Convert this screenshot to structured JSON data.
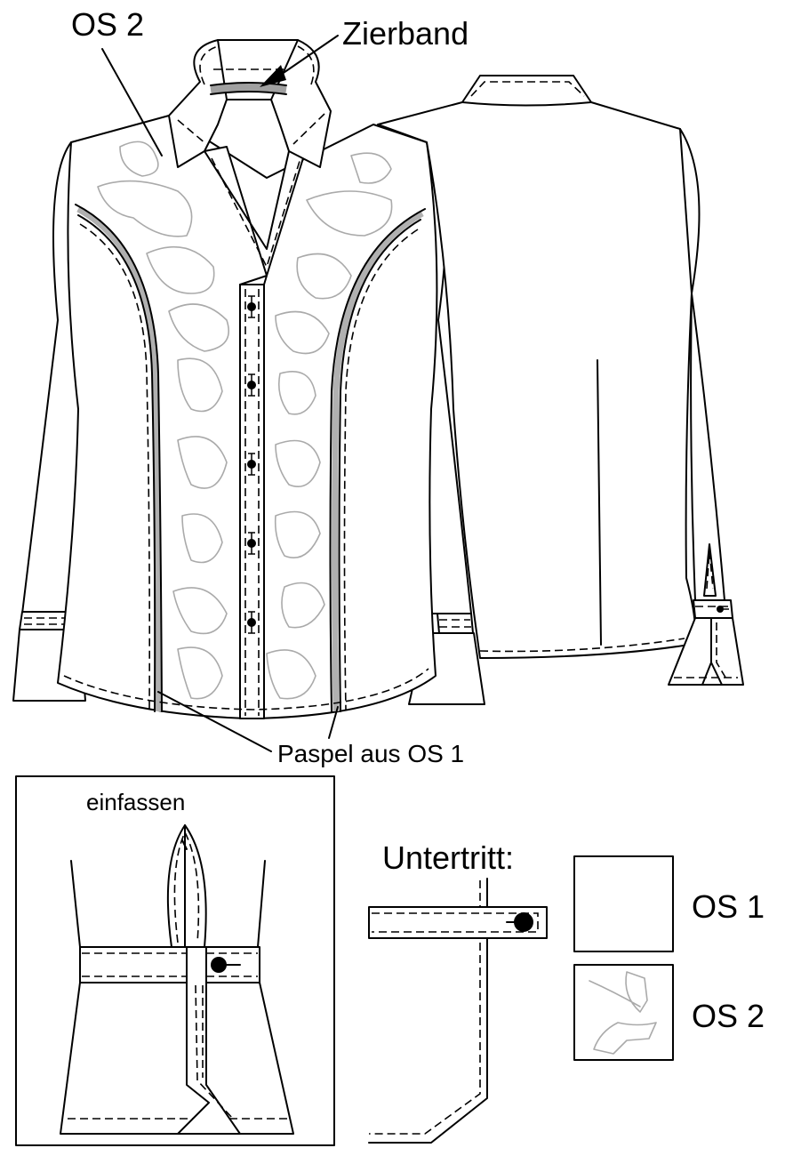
{
  "labels": {
    "os2_top": "OS 2",
    "zierband": "Zierband",
    "paspel": "Paspel aus OS 1",
    "einfassen": "einfassen",
    "untertritt": "Untertritt:",
    "os1_swatch": "OS 1",
    "os2_swatch": "OS 2"
  },
  "colors": {
    "line": "#000000",
    "fabric_texture": "#aaaaaa",
    "piping": "#b0b0b0",
    "ribbon": "#a0a0a0"
  }
}
